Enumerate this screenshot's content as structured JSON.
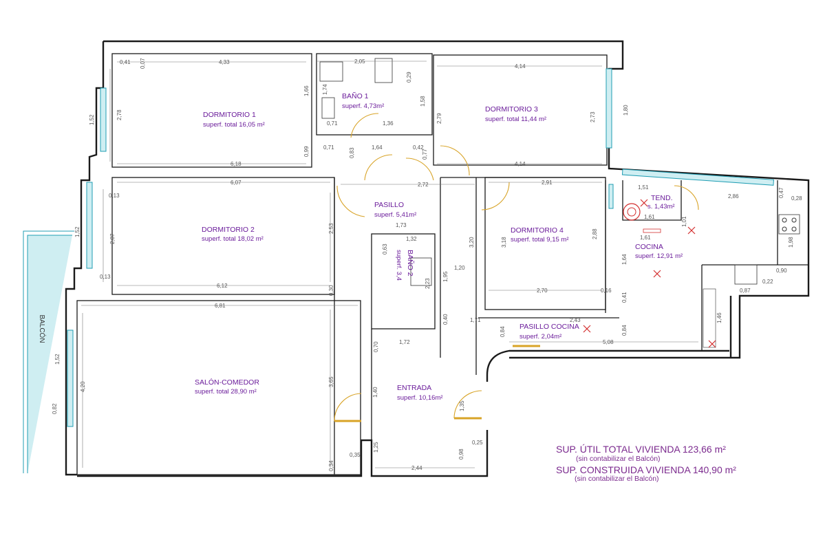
{
  "rooms": [
    {
      "name": "DORMITORIO 1",
      "area": "superf. total 16,05 m²"
    },
    {
      "name": "BAÑO 1",
      "area": "superf. 4,73m²"
    },
    {
      "name": "DORMITORIO 3",
      "area": "superf. total 11,44 m²"
    },
    {
      "name": "DORMITORIO 2",
      "area": "superf. total 18,02 m²"
    },
    {
      "name": "PASILLO",
      "area": "superf. 5,41m²"
    },
    {
      "name": "DORMITORIO 4",
      "area": "superf. total 9,15 m²"
    },
    {
      "name": "TEND.",
      "area": "s. 1,43m²"
    },
    {
      "name": "COCINA",
      "area": "superf. 12,91 m²"
    },
    {
      "name": "BAÑO 2",
      "area": "superf. 3,4"
    },
    {
      "name": "PASILLO COCINA",
      "area": "superf. 2,04m²"
    },
    {
      "name": "SALÓN-COMEDOR",
      "area": "superf. total 28,90 m²"
    },
    {
      "name": "ENTRADA",
      "area": "superf. 10,16m²"
    }
  ],
  "balcony_label": "BALCÓN",
  "dimensions": [
    "0,41",
    "0,07",
    "4,33",
    "2,05",
    "4,14",
    "0,29",
    "1,74",
    "1,66",
    "1,58",
    "2,78",
    "1,52",
    "0,71",
    "1,36",
    "2,79",
    "2,73",
    "1,80",
    "0,71",
    "0,99",
    "0,83",
    "1,64",
    "0,42",
    "0,77",
    "6,18",
    "4,14",
    "0,13",
    "6,07",
    "2,72",
    "2,91",
    "1,51",
    "2,86",
    "0,47",
    "0,28",
    "1,61",
    "1,01",
    "1,73",
    "1,52",
    "2,87",
    "2,53",
    "1,32",
    "0,63",
    "3,20",
    "3,18",
    "2,88",
    "1,61",
    "1,98",
    "1,64",
    "1,20",
    "1,95",
    "2,23",
    "0,13",
    "0,30",
    "6,12",
    "2,70",
    "0,16",
    "0,90",
    "0,87",
    "0,22",
    "6,81",
    "0,40",
    "1,71",
    "2,43",
    "0,41",
    "1,46",
    "0,84",
    "0,84",
    "5,08",
    "1,72",
    "0,70",
    "1,52",
    "4,20",
    "3,65",
    "1,40",
    "1,35",
    "0,82",
    "0,25",
    "1,25",
    "0,35",
    "0,98",
    "0,34",
    "2,44"
  ],
  "totals": {
    "useful_label": "SUP. ÚTIL TOTAL VIVIENDA 123,66 m²",
    "useful_note": "(sin contabilizar el Balcón)",
    "built_label": "SUP. CONSTRUIDA VIVIENDA 140,90 m²",
    "built_note": "(sin contabilizar el Balcón)"
  },
  "colors": {
    "room_text": "#6a1b9a",
    "totals_text": "#7b2a8e",
    "wall": "#1a1a1a",
    "window": "#1f9db3",
    "door": "#d8a326",
    "fixture": "#d32f2f"
  }
}
